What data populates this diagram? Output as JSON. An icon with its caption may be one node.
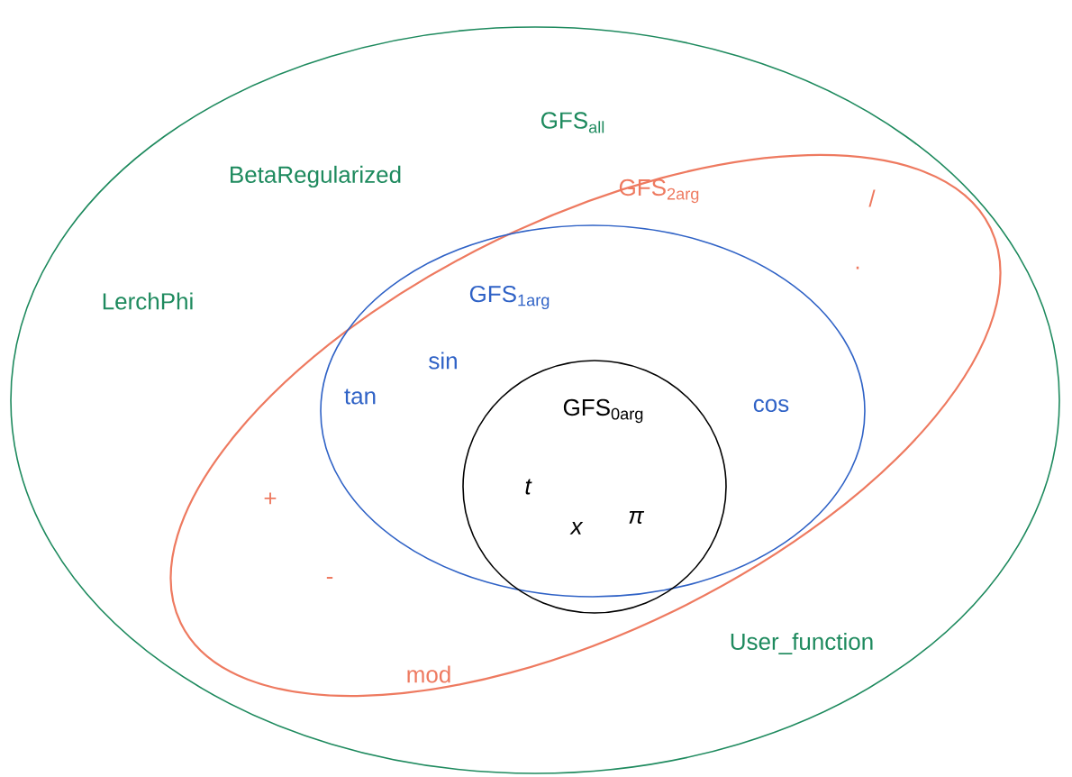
{
  "diagram": {
    "nodes": [
      {
        "text": [
          "GFS$_{all}$"
        ]
      },
      {
        "text": [
          "GFS$_{2arg}$"
        ],
        "in": 0
      },
      {
        "text": [
          "GFS$_{1arg}$"
        ],
        "in": 1
      },
      {
        "text": [
          "GFS$_{0arg}$"
        ],
        "in": 2
      }
    ],
    "labels": [
      "BetaRegularized",
      "/",
      "LerchPhi",
      "·",
      "sin",
      "tan",
      "cos",
      "t",
      "+",
      "π",
      "x",
      "-",
      "User_function",
      "mod"
    ]
  }
}
